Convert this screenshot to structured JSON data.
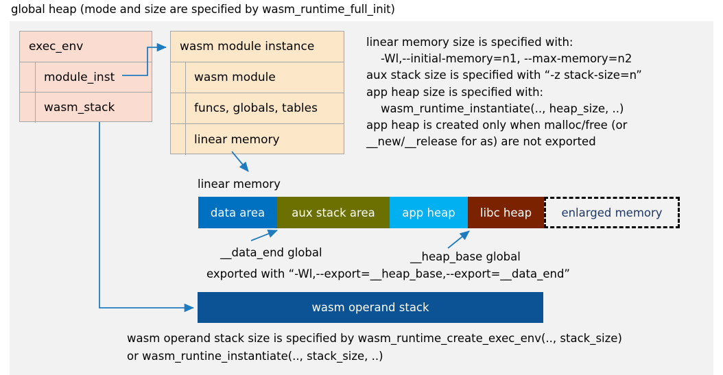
{
  "title": "global heap (mode and size are specified by wasm_runtime_full_init)",
  "exec_env": {
    "header": "exec_env",
    "fields": [
      {
        "label": "module_inst"
      },
      {
        "label": "wasm_stack"
      }
    ]
  },
  "module_instance": {
    "header": "wasm module instance",
    "fields": [
      {
        "label": "wasm module"
      },
      {
        "label": "funcs, globals, tables"
      },
      {
        "label": "linear memory"
      }
    ]
  },
  "notes": {
    "memory_note": "linear memory size is specified with:\n    -Wl,--initial-memory=n1, --max-memory=n2\naux stack size is specified with “-z stack-size=n”\napp heap size is specified with:\n    wasm_runtime_instantiate(.., heap_size, ..)\napp heap is created only when malloc/free (or\n__new/__release for as) are not exported"
  },
  "linear_memory": {
    "caption": "linear memory",
    "segments": [
      {
        "label": "data area",
        "color": "#0070c0",
        "text_color": "#ffffff",
        "width": 115
      },
      {
        "label": "aux stack area",
        "color": "#6b7000",
        "text_color": "#ffffff",
        "width": 164
      },
      {
        "label": "app heap",
        "color": "#00b0f0",
        "text_color": "#ffffff",
        "width": 114
      },
      {
        "label": "libc heap",
        "color": "#7b2200",
        "text_color": "#ffffff",
        "width": 111
      },
      {
        "label": "enlarged memory",
        "color": "#f2f2f2",
        "text_color": "#1f3864",
        "width": 198
      }
    ]
  },
  "annotations": {
    "data_end": "__data_end global",
    "heap_base": "__heap_base global",
    "exported_with": "exported with “-Wl,--export=__heap_base,--export=__data_end”"
  },
  "operand_stack": {
    "label": "wasm operand stack",
    "footnote": "wasm operand stack size is specified by wasm_runtime_create_exec_env(.., stack_size)\nor wasm_runtine_instantiate(.., stack_size, ..)"
  },
  "colors": {
    "arrow": "#1f7bc0",
    "canvas_bg": "#f2f2f2",
    "struct_border": "#a6a6a6",
    "exec_env_fill": "#fbdcd1",
    "module_fill": "#fce8c8",
    "operand_stack_fill": "#0b5394"
  }
}
